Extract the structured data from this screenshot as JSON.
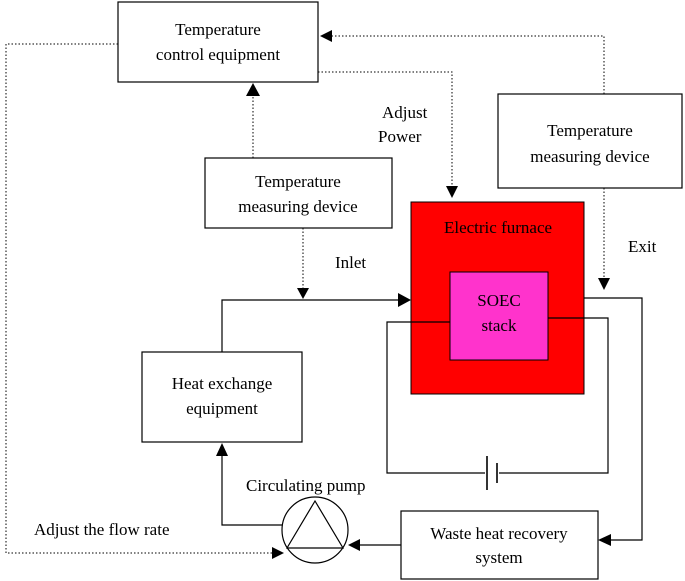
{
  "boxes": {
    "temp_control": [
      "Temperature",
      "control equipment"
    ],
    "temp_measure_left": [
      "Temperature",
      "measuring device"
    ],
    "temp_measure_right": [
      "Temperature",
      "measuring device"
    ],
    "heat_exchange": [
      "Heat exchange",
      "equipment"
    ],
    "waste_heat": [
      "Waste heat recovery",
      "system"
    ],
    "furnace": "Electric furnace",
    "soec": [
      "SOEC",
      "stack"
    ]
  },
  "labels": {
    "adjust_power": [
      "Adjust",
      "Power"
    ],
    "inlet": "Inlet",
    "exit": "Exit",
    "circulating_pump": "Circulating pump",
    "adjust_flow": "Adjust the flow rate"
  },
  "colors": {
    "furnace": "#ff0000",
    "soec": "#ff33cc",
    "line": "#000000"
  }
}
